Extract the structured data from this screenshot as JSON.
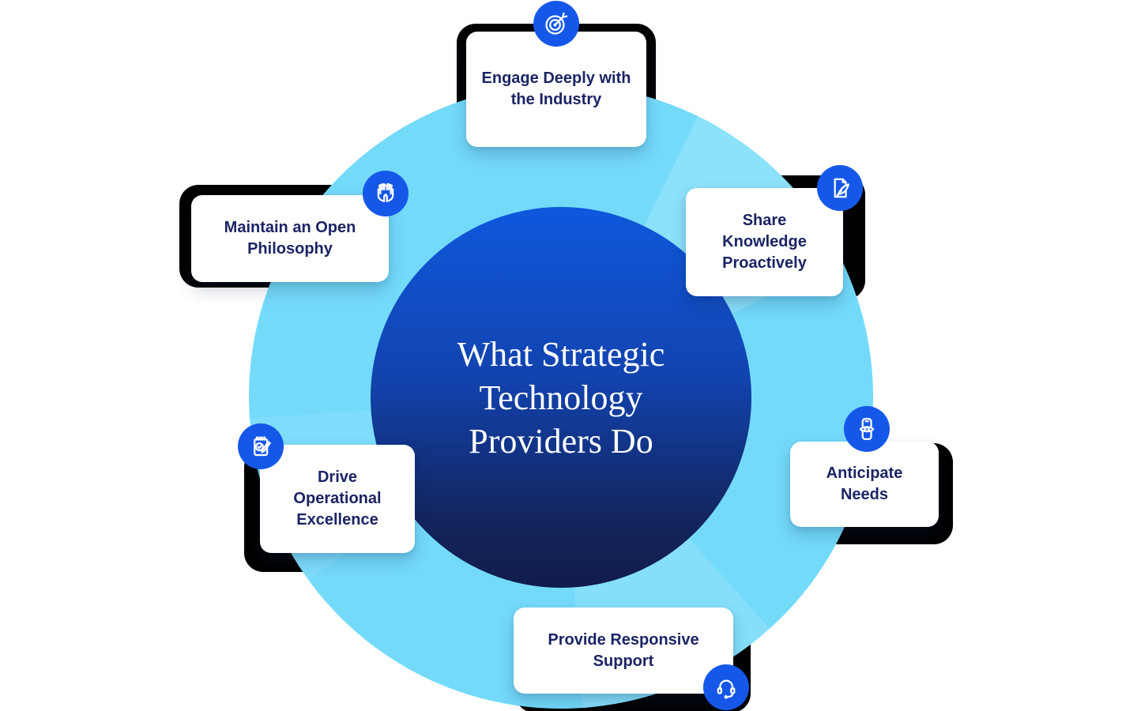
{
  "diagram": {
    "type": "circular-hub-infographic",
    "center": {
      "title": "What Strategic Technology Providers Do",
      "title_lines": [
        "What Strategic",
        "Technology",
        "Providers Do"
      ]
    },
    "cards": [
      {
        "label": "Engage Deeply with the Industry",
        "icon": "target-icon",
        "position": "top"
      },
      {
        "label": "Share Knowledge Proactively",
        "icon": "document-quill-icon",
        "position": "upper-right"
      },
      {
        "label": "Anticipate Needs",
        "icon": "phone-eye-icon",
        "position": "lower-right"
      },
      {
        "label": "Provide Responsive Support",
        "icon": "headset-icon",
        "position": "bottom"
      },
      {
        "label": "Drive Operational Excellence",
        "icon": "notepad-check-icon",
        "position": "lower-left"
      },
      {
        "label": "Maintain an Open Philosophy",
        "icon": "open-hands-icon",
        "position": "upper-left"
      }
    ],
    "colors": {
      "outer_circle": "#74DAFA",
      "outer_circle_light_wedge": "#8CE2FB",
      "inner_circle_top": "#0F58DD",
      "inner_circle_bottom": "#111C4B",
      "icon_badge": "#1558E9",
      "card_background": "#FFFFFF",
      "card_text": "#1B2464",
      "frame": "#000000",
      "center_text": "#FFFFFF"
    }
  }
}
